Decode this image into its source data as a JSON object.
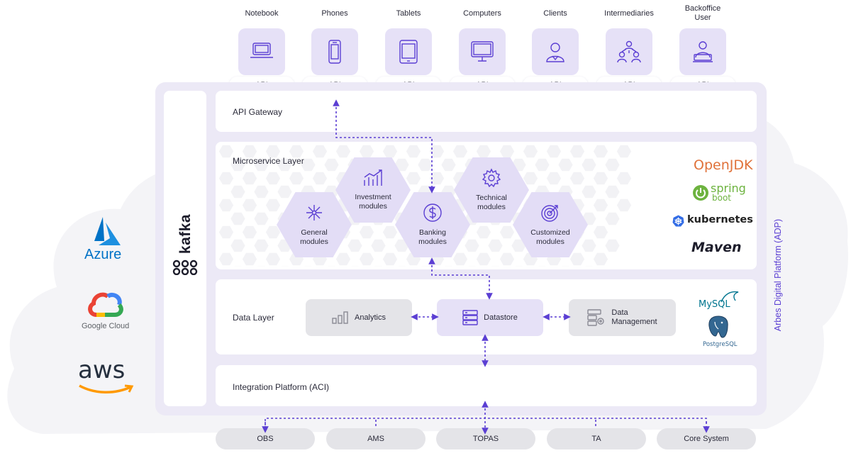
{
  "devices": [
    {
      "label": "Notebook",
      "icon": "laptop-icon",
      "api": "API"
    },
    {
      "label": "Phones",
      "icon": "phone-icon",
      "api": "API"
    },
    {
      "label": "Tablets",
      "icon": "tablet-icon",
      "api": "API"
    },
    {
      "label": "Computers",
      "icon": "monitor-icon",
      "api": "API"
    },
    {
      "label": "Clients",
      "icon": "user-icon",
      "api": "API"
    },
    {
      "label": "Intermediaries",
      "icon": "users-network-icon",
      "api": "API"
    },
    {
      "label": "Backoffice\nUser",
      "icon": "backoffice-user-icon",
      "api": "API"
    }
  ],
  "layers": {
    "api_gateway": "API Gateway",
    "microservice": "Microservice Layer",
    "data": "Data Layer",
    "integration": "Integration Platform (ACI)"
  },
  "kafka": "kafka",
  "modules": [
    {
      "label": "Investment\nmodules",
      "icon": "chart-icon"
    },
    {
      "label": "Technical\nmodules",
      "icon": "gear-icon"
    },
    {
      "label": "General\nmodules",
      "icon": "network-icon"
    },
    {
      "label": "Banking\nmodules",
      "icon": "dollar-icon"
    },
    {
      "label": "Customized\nmodules",
      "icon": "target-icon"
    }
  ],
  "data_layer": {
    "analytics": "Analytics",
    "datastore": "Datastore",
    "management": "Data\nManagement"
  },
  "systems": [
    "OBS",
    "AMS",
    "TOPAS",
    "TA",
    "Core System"
  ],
  "tech_logos": {
    "openjdk": "OpenJDK",
    "spring": "spring",
    "spring_sub": "boot",
    "kubernetes": "kubernetes",
    "maven": "Maven",
    "mysql": "MySQL",
    "postgres": "PostgreSQL"
  },
  "cloud_logos": {
    "azure": "Azure",
    "google": "Google Cloud",
    "aws": "aws"
  },
  "platform_label": "Arbes Digital Platform (ADP)",
  "colors": {
    "accent": "#5b3fd3",
    "panel": "#ece9f6",
    "tile": "#e6e1f7",
    "gray": "#e4e4e8"
  }
}
